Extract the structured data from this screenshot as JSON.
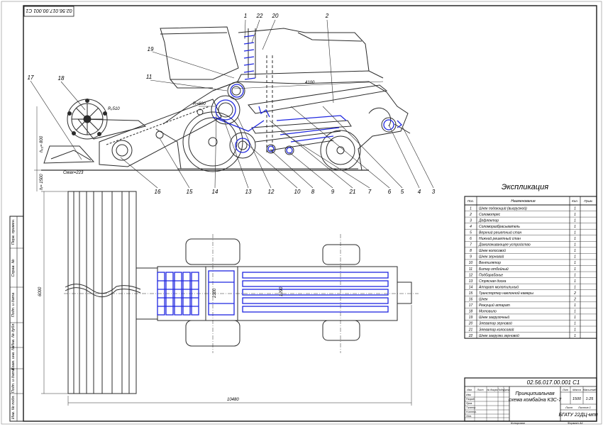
{
  "drawing": {
    "stamp_top": "02.56.017.00.001 С1",
    "doc_code": "02.56.017.00.001 С1",
    "title_line1": "Принципиальная",
    "title_line2": "схема комбайна КЗС-7",
    "org": "БГАТУ 22ДЦ-мпп",
    "scale": "1:25",
    "mass": "1500",
    "copied": "Копировал",
    "format": "Формат А1"
  },
  "title_block": {
    "col_lit": "Лит",
    "col_mass": "Масса",
    "col_scale": "Масштаб",
    "sheet": "Лист",
    "sheets": "Листов 1",
    "rows": [
      "Изм.",
      "Разраб.",
      "Пров.",
      "Т.контр.",
      "Н.контр.",
      "Утв."
    ],
    "col_heads": [
      "Изм.",
      "Лист",
      "№ докум.",
      "Подп.",
      "Дата"
    ]
  },
  "side_labels": [
    "Перв. примен.",
    "Справ. №",
    "Подп. и дата",
    "Инв. № дубл.",
    "Взам. инв. №",
    "Подп. и дата",
    "Инв. № подл."
  ],
  "callouts": [
    "1",
    "22",
    "20",
    "2",
    "19",
    "11",
    "17",
    "18",
    "16",
    "15",
    "14",
    "13",
    "12",
    "10",
    "8",
    "9",
    "21",
    "7",
    "6",
    "5",
    "4",
    "3"
  ],
  "dimensions": {
    "d1": "4100",
    "d2": "R=600",
    "d3": "Rₓ510",
    "h1": "hₓ₃= 800",
    "h2": "hᵢ= 1500",
    "s1": "Смах=223",
    "w1": "6000",
    "w2": "2300",
    "w3": "1290",
    "l1": "10480"
  },
  "explication": {
    "title": "Экспликация",
    "col_pos": "Поз.",
    "col_name": "Наименование",
    "col_qty": "Кол.",
    "col_note": "Прим.",
    "rows": [
      {
        "pos": "1",
        "name": "Шнек подающий (выгрузной)",
        "qty": "1"
      },
      {
        "pos": "2",
        "name": "Соломотряс",
        "qty": "1"
      },
      {
        "pos": "3",
        "name": "Дефлектор",
        "qty": "1"
      },
      {
        "pos": "4",
        "name": "Соломоразбрасыватель",
        "qty": "1"
      },
      {
        "pos": "5",
        "name": "Верхний решетный стан",
        "qty": "1"
      },
      {
        "pos": "6",
        "name": "Нижний решетный стан",
        "qty": "1"
      },
      {
        "pos": "7",
        "name": "Домолачивающее устройство",
        "qty": "1"
      },
      {
        "pos": "8",
        "name": "Шнек колосовой",
        "qty": "1"
      },
      {
        "pos": "9",
        "name": "Шнек зерновой",
        "qty": "1"
      },
      {
        "pos": "10",
        "name": "Вентилятор",
        "qty": "1"
      },
      {
        "pos": "11",
        "name": "Битер отбойный",
        "qty": "1"
      },
      {
        "pos": "12",
        "name": "Подбарабанье",
        "qty": "1"
      },
      {
        "pos": "13",
        "name": "Стрясная доска",
        "qty": "1"
      },
      {
        "pos": "14",
        "name": "Аппарат молотильный",
        "qty": "1"
      },
      {
        "pos": "15",
        "name": "Транспортер наклонной камеры",
        "qty": "2"
      },
      {
        "pos": "16",
        "name": "Шнек",
        "qty": "2"
      },
      {
        "pos": "17",
        "name": "Режущий аппарат",
        "qty": "1"
      },
      {
        "pos": "18",
        "name": "Мотовило",
        "qty": "1"
      },
      {
        "pos": "19",
        "name": "Шнек загрузочный",
        "qty": "1"
      },
      {
        "pos": "20",
        "name": "Элеватор зерновой",
        "qty": "1"
      },
      {
        "pos": "21",
        "name": "Элеватор колосовой",
        "qty": "1"
      },
      {
        "pos": "22",
        "name": "Шнек загрузки зерновой",
        "qty": "1"
      }
    ]
  },
  "colors": {
    "frame": "#1a1a1a",
    "line": "#2b2b2b",
    "blue": "#1f27e0",
    "wheel": "#111111"
  }
}
